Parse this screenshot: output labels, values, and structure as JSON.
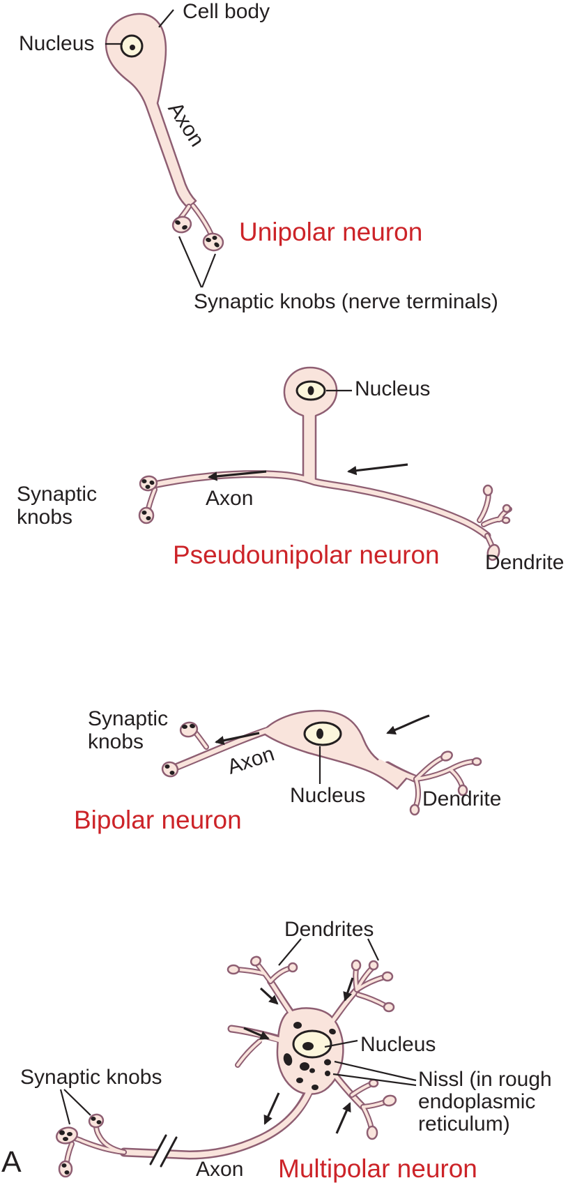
{
  "colors": {
    "background": "#ffffff",
    "cellFill": "#f9e4dc",
    "cellOutline": "#8e5e72",
    "nucleusFill": "#fcf6dc",
    "ink": "#231f20",
    "red": "#cc2328"
  },
  "figure": {
    "panel_label": "A",
    "unipolar": {
      "title": "Unipolar neuron",
      "cell_body_label": "Cell body",
      "nucleus_label": "Nucleus",
      "axon_label": "Axon",
      "synaptic_knobs_label": "Synaptic knobs (nerve terminals)"
    },
    "pseudounipolar": {
      "title": "Pseudounipolar neuron",
      "nucleus_label": "Nucleus",
      "synaptic_knobs_label": "Synaptic\nknobs",
      "axon_label": "Axon",
      "dendrite_label": "Dendrite"
    },
    "bipolar": {
      "title": "Bipolar neuron",
      "synaptic_knobs_label": "Synaptic\nknobs",
      "axon_label": "Axon",
      "nucleus_label": "Nucleus",
      "dendrite_label": "Dendrite"
    },
    "multipolar": {
      "title": "Multipolar neuron",
      "dendrites_label": "Dendrites",
      "nucleus_label": "Nucleus",
      "nissl_label": "Nissl (in rough\nendoplasmic\nreticulum)",
      "synaptic_knobs_label": "Synaptic knobs",
      "axon_label": "Axon"
    }
  }
}
